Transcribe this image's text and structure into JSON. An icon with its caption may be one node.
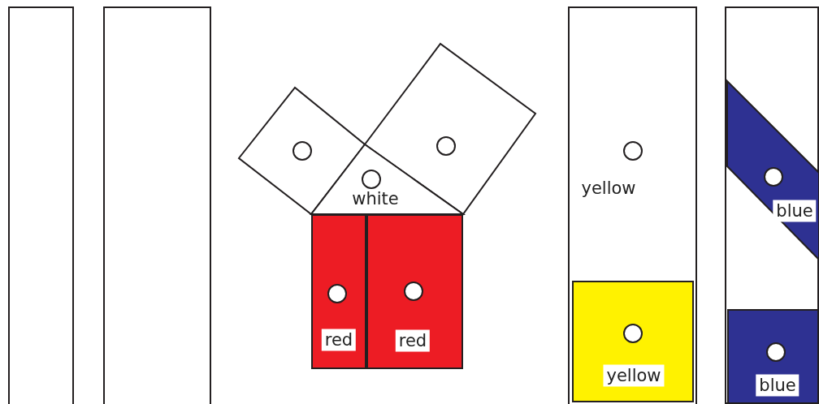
{
  "diagram": {
    "nodes": [
      {
        "text": [],
        "shape": "box"
      },
      {
        "text": [],
        "shape": "box"
      },
      {
        "text": [],
        "shape": "diamond"
      },
      {
        "text": [],
        "shape": "diamond"
      },
      {
        "text": [
          "white"
        ]
      },
      {
        "text": [
          "red"
        ]
      },
      {
        "text": [
          "red"
        ]
      },
      {
        "text": [
          "yellow"
        ]
      },
      {
        "text": [
          "yellow"
        ],
        "in": 7
      },
      {
        "text": [],
        "shape": "box"
      },
      {
        "text": [
          "blue"
        ],
        "in": 9
      },
      {
        "text": [
          "blue"
        ],
        "in": 9
      }
    ]
  }
}
